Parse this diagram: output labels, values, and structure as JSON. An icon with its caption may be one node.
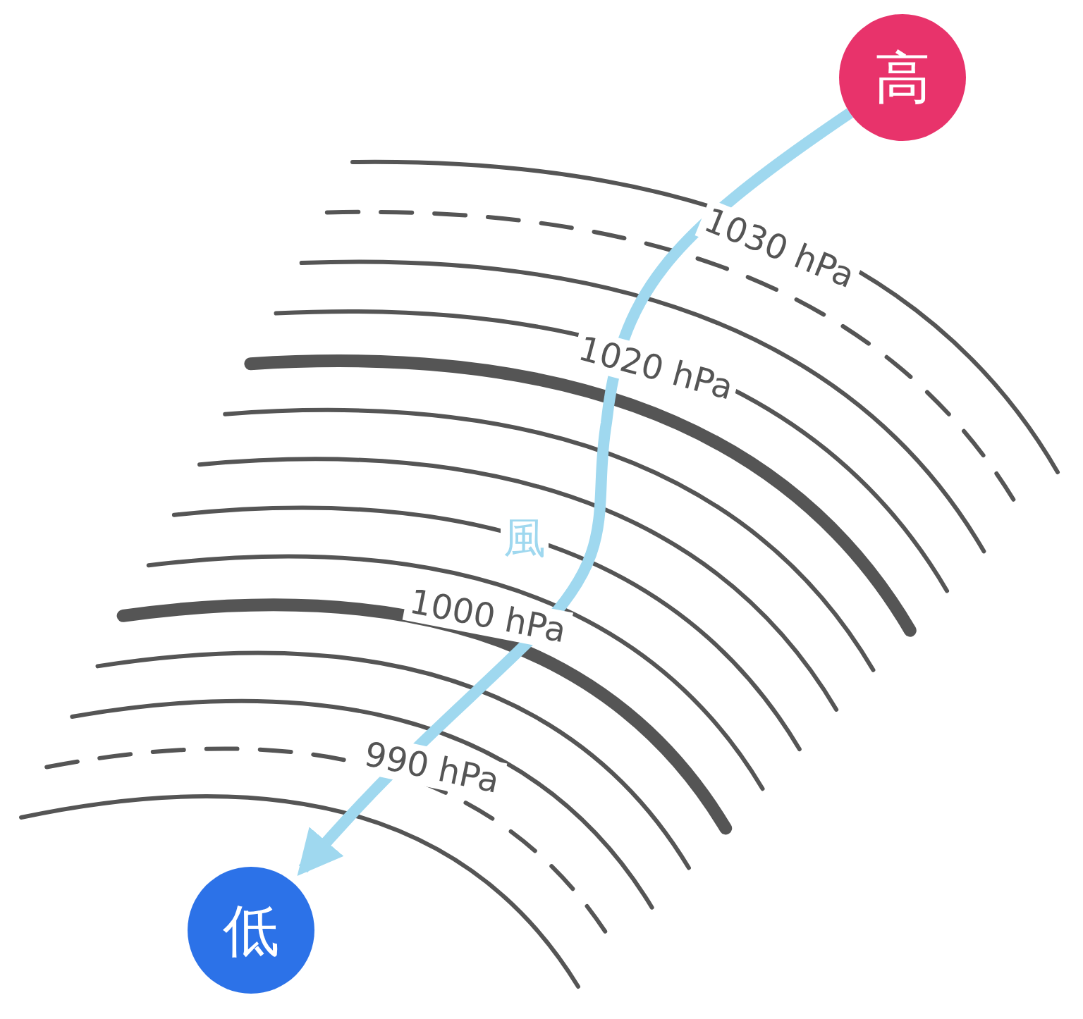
{
  "diagram": {
    "nodes": [
      {
        "text": [
          "高"
        ]
      },
      {
        "text": [
          "低"
        ]
      }
    ],
    "edges": [
      {
        "from": 0,
        "to": 1,
        "arrow": "to",
        "label": "風"
      }
    ],
    "labels": [
      "1030 hPa",
      "1020 hPa",
      "1000 hPa",
      "990 hPa"
    ]
  }
}
